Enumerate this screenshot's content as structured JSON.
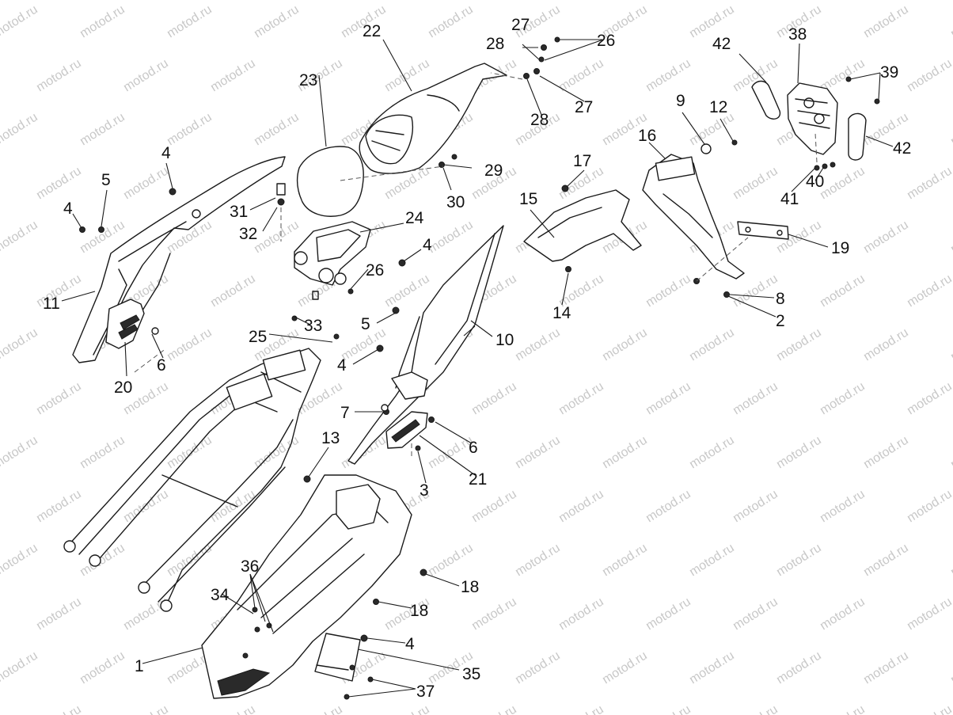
{
  "watermark": {
    "text": "motod.ru"
  },
  "callouts": {
    "c1": "1",
    "c2": "2",
    "c3": "3",
    "c4": "4",
    "c5": "5",
    "c6": "6",
    "c7": "7",
    "c8": "8",
    "c9": "9",
    "c10": "10",
    "c11": "11",
    "c12": "12",
    "c13": "13",
    "c14": "14",
    "c15": "15",
    "c16": "16",
    "c17": "17",
    "c18": "18",
    "c19": "19",
    "c20": "20",
    "c21": "21",
    "c22": "22",
    "c23": "23",
    "c24": "24",
    "c25": "25",
    "c26": "26",
    "c27": "27",
    "c28": "28",
    "c29": "29",
    "c30": "30",
    "c31": "31",
    "c32": "32",
    "c33": "33",
    "c34": "34",
    "c35": "35",
    "c36": "36",
    "c37": "37",
    "c38": "38",
    "c39": "39",
    "c40": "40",
    "c41": "41",
    "c42": "42"
  }
}
